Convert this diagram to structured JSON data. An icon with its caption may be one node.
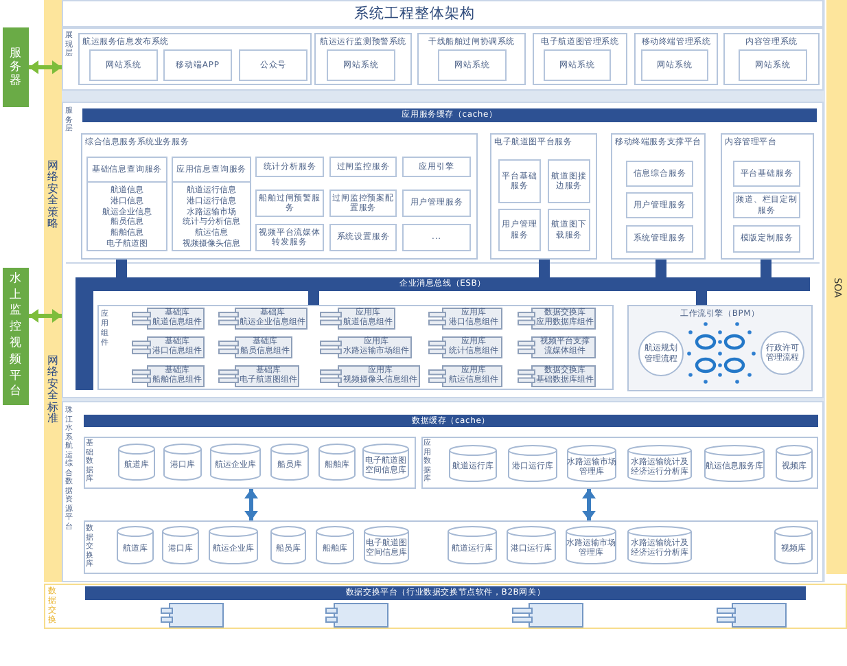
{
  "diagram": {
    "title": "系统工程整体架构",
    "nodes": [
      {
        "text": [
          "服务器"
        ]
      },
      {
        "text": [
          "水上监控视频平台"
        ]
      },
      {
        "text": [
          "网络安全策略",
          "网络安全标准"
        ]
      },
      {
        "text": [
          "展现层"
        ]
      },
      {
        "text": [
          "航运服务信息发布系统"
        ],
        "in": 3
      },
      {
        "text": [
          "网站系统"
        ],
        "in": 4
      },
      {
        "text": [
          "移动端APP"
        ],
        "in": 4
      },
      {
        "text": [
          "公众号"
        ],
        "in": 4
      },
      {
        "text": [
          "航运运行监测预警系统"
        ],
        "in": 3
      },
      {
        "text": [
          "网站系统"
        ],
        "in": 8
      },
      {
        "text": [
          "干线船舶过闸协调系统"
        ],
        "in": 3
      },
      {
        "text": [
          "网站系统"
        ],
        "in": 10
      },
      {
        "text": [
          "电子航道图管理系统"
        ],
        "in": 3
      },
      {
        "text": [
          "网站系统"
        ],
        "in": 12
      },
      {
        "text": [
          "移动终端管理系统"
        ],
        "in": 3
      },
      {
        "text": [
          "网站系统"
        ],
        "in": 14
      },
      {
        "text": [
          "内容管理系统"
        ],
        "in": 3
      },
      {
        "text": [
          "网站系统"
        ],
        "in": 16
      },
      {
        "text": [
          "服务层"
        ]
      },
      {
        "text": [
          "应用服务缓存（cache）"
        ],
        "in": 18
      },
      {
        "text": [
          "综合信息服务系统业务服务"
        ],
        "in": 18
      },
      {
        "text": [
          "基础信息查询服务",
          "航道信息",
          "港口信息",
          "航运企业信息",
          "船员信息",
          "船舶信息",
          "电子航道图"
        ],
        "in": 20
      },
      {
        "text": [
          "应用信息查询服务",
          "航道运行信息",
          "港口运行信息",
          "水路运输市场",
          "统计与分析信息",
          "航运信息",
          "视频摄像头信息"
        ],
        "in": 20
      },
      {
        "text": [
          "统计分析服务"
        ],
        "in": 20
      },
      {
        "text": [
          "过闸监控服务"
        ],
        "in": 20
      },
      {
        "text": [
          "应用引擎"
        ],
        "in": 20
      },
      {
        "text": [
          "船舶过闸预警服务"
        ],
        "in": 20
      },
      {
        "text": [
          "过闸监控预案配置服务"
        ],
        "in": 20
      },
      {
        "text": [
          "用户管理服务"
        ],
        "in": 20
      },
      {
        "text": [
          "视频平台流媒体转发服务"
        ],
        "in": 20
      },
      {
        "text": [
          "系统设置服务"
        ],
        "in": 20
      },
      {
        "text": [
          "..."
        ],
        "in": 20
      },
      {
        "text": [
          "电子航道图平台服务"
        ],
        "in": 18
      },
      {
        "text": [
          "平台基础服务"
        ],
        "in": 32
      },
      {
        "text": [
          "航道图接边服务"
        ],
        "in": 32
      },
      {
        "text": [
          "用户管理服务"
        ],
        "in": 32
      },
      {
        "text": [
          "航道图下载服务"
        ],
        "in": 32
      },
      {
        "text": [
          "移动终端服务支撑平台"
        ],
        "in": 18
      },
      {
        "text": [
          "信息综合服务"
        ],
        "in": 37
      },
      {
        "text": [
          "用户管理服务"
        ],
        "in": 37
      },
      {
        "text": [
          "系统管理服务"
        ],
        "in": 37
      },
      {
        "text": [
          "内容管理平台"
        ],
        "in": 18
      },
      {
        "text": [
          "平台基础服务"
        ],
        "in": 41
      },
      {
        "text": [
          "频道、栏目定制服务"
        ],
        "in": 41
      },
      {
        "text": [
          "模版定制服务"
        ],
        "in": 41
      },
      {
        "text": [
          "企业消息总线（ESB）"
        ],
        "in": 18
      },
      {
        "text": [
          "应用组件"
        ],
        "in": 18
      },
      {
        "text": [
          "基础库",
          "航道信息组件"
        ],
        "in": 46
      },
      {
        "text": [
          "基础库",
          "航运企业信息组件"
        ],
        "in": 46
      },
      {
        "text": [
          "应用库",
          "航道信息组件"
        ],
        "in": 46
      },
      {
        "text": [
          "应用库",
          "港口信息组件"
        ],
        "in": 46
      },
      {
        "text": [
          "数据交换库",
          "应用数据库组件"
        ],
        "in": 46
      },
      {
        "text": [
          "基础库",
          "港口信息组件"
        ],
        "in": 46
      },
      {
        "text": [
          "基础库",
          "船员信息组件"
        ],
        "in": 46
      },
      {
        "text": [
          "应用库",
          "水路运输市场组件"
        ],
        "in": 46
      },
      {
        "text": [
          "应用库",
          "统计信息组件"
        ],
        "in": 46
      },
      {
        "text": [
          "视频平台支撑",
          "流媒体组件"
        ],
        "in": 46
      },
      {
        "text": [
          "基础库",
          "船舶信息组件"
        ],
        "in": 46
      },
      {
        "text": [
          "基础库",
          "电子航道图组件"
        ],
        "in": 46
      },
      {
        "text": [
          "应用库",
          "视频摄像头信息组件"
        ],
        "in": 46
      },
      {
        "text": [
          "应用库",
          "航运信息组件"
        ],
        "in": 46
      },
      {
        "text": [
          "数据交换库",
          "基础数据库组件"
        ],
        "in": 46
      },
      {
        "text": [
          "工作流引擎（BPM）"
        ],
        "in": 18
      },
      {
        "text": [
          "航运规划管理流程"
        ],
        "in": 62
      },
      {
        "text": [
          "行政许可管理流程"
        ],
        "in": 62
      },
      {
        "text": [
          "珠江水系航运综合数据资源平台"
        ]
      },
      {
        "text": [
          "数据缓存（cache）"
        ],
        "in": 65
      },
      {
        "text": [
          "基础数据库"
        ],
        "in": 65
      },
      {
        "text": [
          "航道库"
        ],
        "in": 67
      },
      {
        "text": [
          "港口库"
        ],
        "in": 67
      },
      {
        "text": [
          "航运企业库"
        ],
        "in": 67
      },
      {
        "text": [
          "船员库"
        ],
        "in": 67
      },
      {
        "text": [
          "船舶库"
        ],
        "in": 67
      },
      {
        "text": [
          "电子航道图空间信息库"
        ],
        "in": 67
      },
      {
        "text": [
          "应用数据库"
        ],
        "in": 65
      },
      {
        "text": [
          "航道运行库"
        ],
        "in": 74
      },
      {
        "text": [
          "港口运行库"
        ],
        "in": 74
      },
      {
        "text": [
          "水路运输市场管理库"
        ],
        "in": 74
      },
      {
        "text": [
          "水路运输统计及经济运行分析库"
        ],
        "in": 74
      },
      {
        "text": [
          "航运信息服务库"
        ],
        "in": 74
      },
      {
        "text": [
          "视频库"
        ],
        "in": 74
      },
      {
        "text": [
          "数据交换库"
        ],
        "in": 65
      },
      {
        "text": [
          "航道库"
        ],
        "in": 81
      },
      {
        "text": [
          "港口库"
        ],
        "in": 81
      },
      {
        "text": [
          "航运企业库"
        ],
        "in": 81
      },
      {
        "text": [
          "船员库"
        ],
        "in": 81
      },
      {
        "text": [
          "船舶库"
        ],
        "in": 81
      },
      {
        "text": [
          "电子航道图空间信息库"
        ],
        "in": 81
      },
      {
        "text": [
          "航道运行库"
        ],
        "in": 81
      },
      {
        "text": [
          "港口运行库"
        ],
        "in": 81
      },
      {
        "text": [
          "水路运输市场管理库"
        ],
        "in": 81
      },
      {
        "text": [
          "水路运输统计及经济运行分析库"
        ],
        "in": 81
      },
      {
        "text": [
          "视频库"
        ],
        "in": 81
      },
      {
        "text": [
          "数据交换"
        ]
      },
      {
        "text": [
          "数据交换平台（行业数据交换节点软件，B2B网关）"
        ],
        "in": 93
      },
      {
        "text": [],
        "shape": "component",
        "in": 93
      },
      {
        "text": [],
        "shape": "component",
        "in": 93
      },
      {
        "text": [],
        "shape": "component",
        "in": 93
      },
      {
        "text": [],
        "shape": "component",
        "in": 93
      },
      {
        "text": [
          "SOA"
        ]
      }
    ],
    "edges": [
      {
        "from": 0,
        "to": 3,
        "arrow": "both",
        "color": "#7dbd3a"
      },
      {
        "from": 1,
        "to": 18,
        "arrow": "both",
        "color": "#7dbd3a"
      },
      {
        "from": 20,
        "to": 45,
        "arrow": "none"
      },
      {
        "from": 32,
        "to": 45,
        "arrow": "none"
      },
      {
        "from": 37,
        "to": 45,
        "arrow": "none"
      },
      {
        "from": 41,
        "to": 45,
        "arrow": "none"
      },
      {
        "from": 45,
        "to": 46,
        "arrow": "none"
      },
      {
        "from": 45,
        "to": 62,
        "arrow": "none"
      },
      {
        "from": 67,
        "to": 81,
        "arrow": "both",
        "color": "#3b7dc0"
      },
      {
        "from": 74,
        "to": 81,
        "arrow": "both",
        "color": "#3b7dc0"
      }
    ]
  }
}
